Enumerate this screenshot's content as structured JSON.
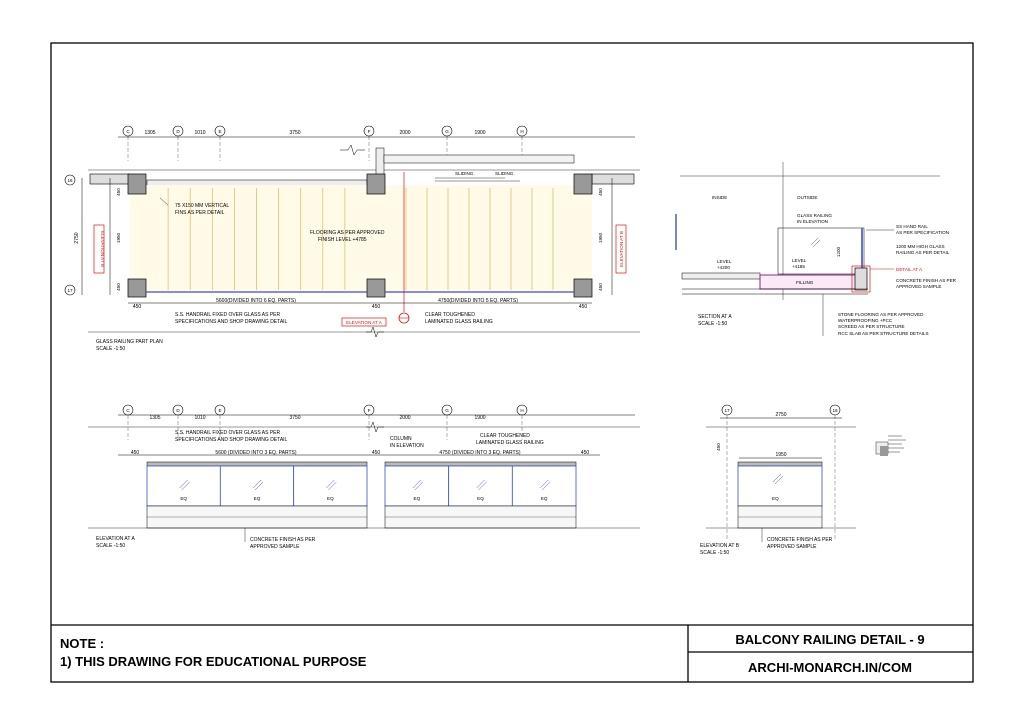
{
  "plan": {
    "grid_labels": [
      "C",
      "D",
      "E",
      "F",
      "G",
      "H"
    ],
    "dims_top": [
      "1305",
      "1010",
      "3750",
      "2000",
      "1900"
    ],
    "side_labels": [
      "16",
      "17"
    ],
    "sliding": [
      "SLIDING",
      "SLIDING"
    ],
    "fins_note": [
      "75 X150 MM VERTICAL",
      "FINS AS PER DETAIL"
    ],
    "flooring_note": [
      "FLOORING AS PER APPROVED",
      "FINISH  LEVEL +4785"
    ],
    "dims_left": [
      "450",
      "1950",
      "450"
    ],
    "dim_total_left": "2750",
    "dims_right": [
      "450",
      "1950",
      "450"
    ],
    "dims_bottom": [
      "450",
      "5600(DIVIDED INTO 6 EQ. PARTS)",
      "450",
      "4750(DIVIDED INTO 5 EQ. PARTS)",
      "450"
    ],
    "handrail_note": [
      "S.S. HANDRAIL FIXED OVER GLASS AS PER",
      "SPECIFICATIONS AND SHOP DRAWING DETAIL"
    ],
    "elev_a_tag": "ELEVATION AT A",
    "glass_note": [
      "CLEAR TOUGHENED",
      "LAMINATED GLASS RAILING"
    ],
    "elev_b_tag": "ELEVATION AT B",
    "title": "GLASS RAILING PART PLAN",
    "scale": "SCALE -1:50"
  },
  "section": {
    "inside": "INSIDE",
    "outside": "OUTSIDE",
    "glass_elev": [
      "GLASS RAILING",
      "IN ELEVATION"
    ],
    "level_in": [
      "LEVEL",
      "+4200"
    ],
    "level_out": [
      "LEVEL",
      "+4185"
    ],
    "dim_1200": "1200",
    "filling": "FILLING",
    "ss_rail": [
      "SS HAND RAIL",
      "AS PER SPECIFICATION"
    ],
    "glass_height": [
      "1200 MM HIGH GLASS",
      "RAILING AS PER DETAIL"
    ],
    "detail_a": "DETAIL AT A",
    "concrete": [
      "CONCRETE FINISH AS PER",
      "APPROVED SAMPLE"
    ],
    "stone": [
      "STONE FLOORING AS PER APPROVED",
      "WATERPROOFING +PCC"
    ],
    "screed": "SCREED AS PER STRUCTURE",
    "rcc": "RCC SLAB AS PER STRUCTURE DETAILS",
    "title": "SECTION AT A",
    "scale": "SCALE -1:50"
  },
  "elev_a": {
    "grid_labels": [
      "C",
      "D",
      "E",
      "F",
      "G",
      "H"
    ],
    "dims_top": [
      "1305",
      "1010",
      "3750",
      "2000",
      "1900"
    ],
    "handrail_note": [
      "S.S. HANDRAIL FIXED OVER GLASS AS PER",
      "SPECIFICATIONS AND SHOP DRAWING DETAIL"
    ],
    "column_note": [
      "COLUMN",
      "IN ELEVATION"
    ],
    "glass_note": [
      "CLEAR TOUGHENED",
      "LAMINATED GLASS RAILING"
    ],
    "dims_mid": [
      "450",
      "5600 (DIVIDED INTO 3 EQ. PARTS)",
      "450",
      "4750 (DIVIDED INTO 3 EQ. PARTS)",
      "450"
    ],
    "eq": [
      "EQ",
      "EQ",
      "EQ",
      "EQ",
      "EQ",
      "EQ"
    ],
    "concrete": [
      "CONCRETE FINISH AS PER",
      "APPROVED SAMPLE"
    ],
    "title": "ELEVATION AT A",
    "scale": "SCALE -1:50"
  },
  "elev_b": {
    "grid_labels": [
      "17",
      "16"
    ],
    "dim_top": "2750",
    "dim_450": "450",
    "dim_1950": "1950",
    "eq": "EQ",
    "concrete": [
      "CONCRETE FINISH AS PER",
      "APPROVED SAMPLE"
    ],
    "title": "ELEVATION AT B",
    "scale": "SCALE -1:50"
  },
  "footer": {
    "note_title": "NOTE :",
    "note_text": "1) THIS DRAWING FOR EDUCATIONAL PURPOSE",
    "drawing_title": "BALCONY RAILING DETAIL - 9",
    "website": "ARCHI-MONARCH.IN/COM"
  }
}
